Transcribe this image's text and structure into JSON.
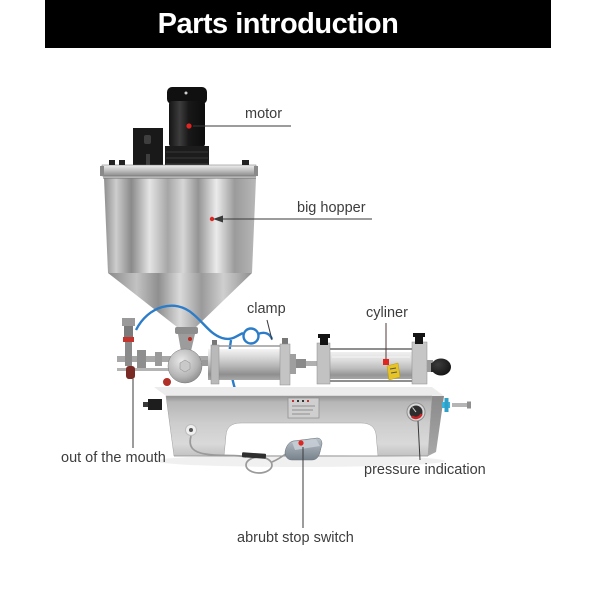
{
  "header": {
    "title": "Parts introduction"
  },
  "labels": [
    {
      "id": "motor",
      "text": "motor"
    },
    {
      "id": "big-hopper",
      "text": "big hopper"
    },
    {
      "id": "clamp",
      "text": "clamp"
    },
    {
      "id": "cyliner",
      "text": "cyliner"
    },
    {
      "id": "out-of-the-mouth",
      "text": "out of the mouth"
    },
    {
      "id": "pressure-indication",
      "text": "pressure indication"
    },
    {
      "id": "abrubt-stop-switch",
      "text": "abrubt stop switch"
    }
  ],
  "figure": {
    "description": "paste filling machine with big hopper, labeled parts diagram",
    "callout_marker": "red-dot"
  },
  "colors": {
    "headerBg": "#000000",
    "headerFg": "#ffffff",
    "labelFg": "#3d3d3d",
    "leader": "#3a3a3a",
    "dotRed": "#e02420",
    "tubeBlue": "#2b7cc9",
    "tagYellow": "#e6c428"
  }
}
